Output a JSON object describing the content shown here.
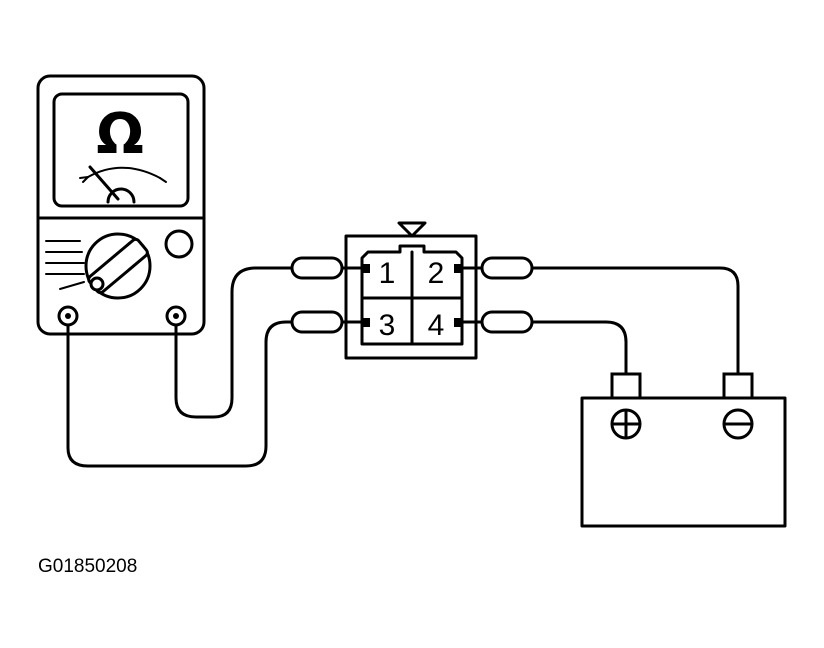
{
  "meter": {
    "unit_symbol": "Ω"
  },
  "connector": {
    "pins": [
      "1",
      "2",
      "3",
      "4"
    ]
  },
  "battery": {
    "positive_symbol": "positive-terminal",
    "negative_symbol": "negative-terminal"
  },
  "figure": {
    "code": "G01850208"
  }
}
